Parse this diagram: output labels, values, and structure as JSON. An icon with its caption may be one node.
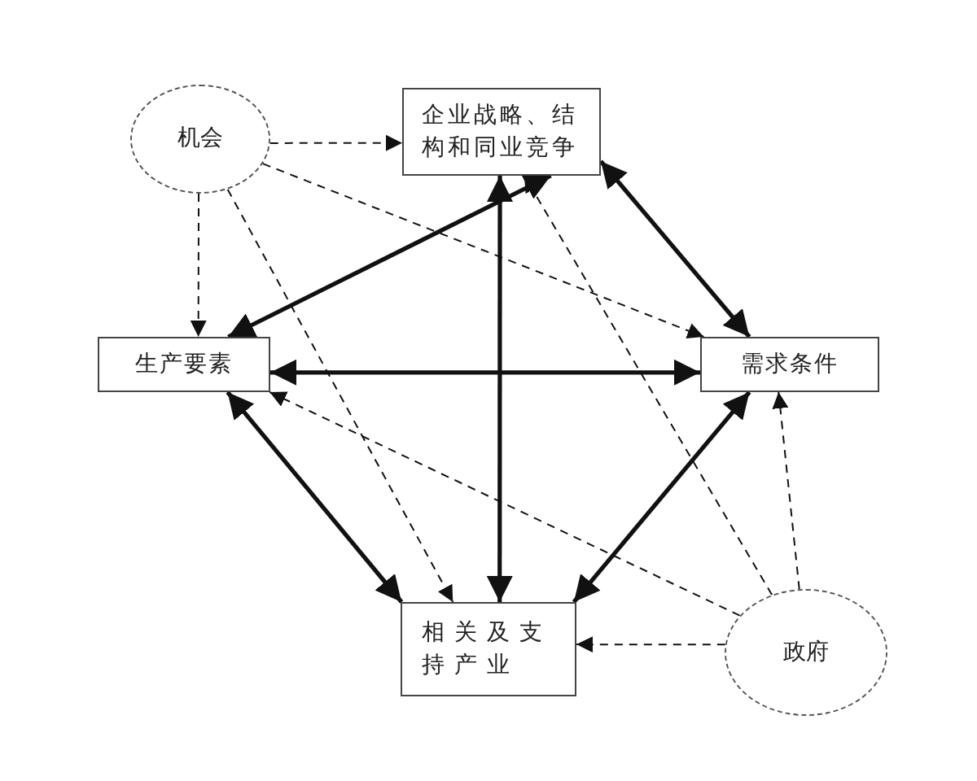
{
  "diagram": {
    "nodes": [
      {
        "text": [
          "机会"
        ]
      },
      {
        "text": [
          "企业战略、结构和同业竞争"
        ]
      },
      {
        "text": [
          "生产要素"
        ]
      },
      {
        "text": [
          "需求条件"
        ]
      },
      {
        "text": [
          "相关及支持产业"
        ]
      },
      {
        "text": [
          "政府"
        ]
      }
    ],
    "edges": [
      {
        "from": 1,
        "to": 2,
        "arrow": "both",
        "style": "thick"
      },
      {
        "from": 1,
        "to": 3,
        "arrow": "both",
        "style": "thick"
      },
      {
        "from": 2,
        "to": 3,
        "arrow": "both",
        "style": "thick"
      },
      {
        "from": 1,
        "to": 4,
        "arrow": "both",
        "style": "thick"
      },
      {
        "from": 2,
        "to": 4,
        "arrow": "both",
        "style": "thick"
      },
      {
        "from": 3,
        "to": 4,
        "arrow": "both",
        "style": "thick"
      },
      {
        "from": 0,
        "to": 1,
        "arrow": "to",
        "style": "dashed"
      },
      {
        "from": 0,
        "to": 2,
        "arrow": "to",
        "style": "dashed"
      },
      {
        "from": 0,
        "to": 3,
        "arrow": "to",
        "style": "dashed"
      },
      {
        "from": 0,
        "to": 4,
        "arrow": "to",
        "style": "dashed"
      },
      {
        "from": 5,
        "to": 4,
        "arrow": "to",
        "style": "dashed"
      },
      {
        "from": 5,
        "to": 3,
        "arrow": "to",
        "style": "dashed"
      },
      {
        "from": 5,
        "to": 2,
        "arrow": "to",
        "style": "dashed"
      },
      {
        "from": 5,
        "to": 1,
        "arrow": "to",
        "style": "dashed"
      }
    ]
  }
}
